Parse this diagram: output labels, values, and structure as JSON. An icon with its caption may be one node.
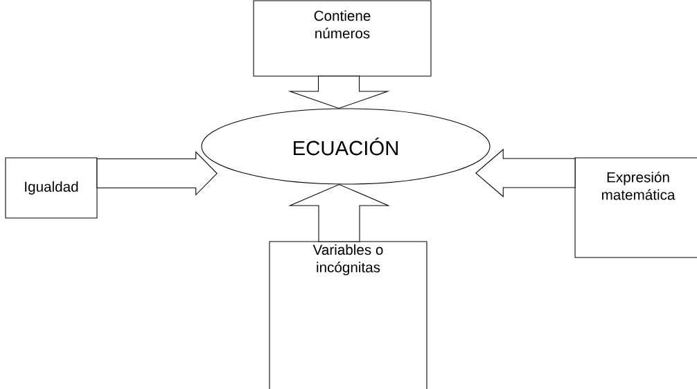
{
  "diagram": {
    "nodes": [
      {
        "text": [
          "Contiene números"
        ]
      },
      {
        "text": [
          "Igualdad"
        ]
      },
      {
        "text": [
          "ECUACIÓN"
        ]
      },
      {
        "text": [
          "Expresión matemática"
        ]
      },
      {
        "text": [
          "Variables o incógnitas"
        ]
      }
    ],
    "edges": [
      {
        "from": 0,
        "to": 2,
        "arrow": "to"
      },
      {
        "from": 1,
        "to": 2,
        "arrow": "to"
      },
      {
        "from": 3,
        "to": 2,
        "arrow": "to"
      },
      {
        "from": 4,
        "to": 2,
        "arrow": "to"
      }
    ]
  }
}
